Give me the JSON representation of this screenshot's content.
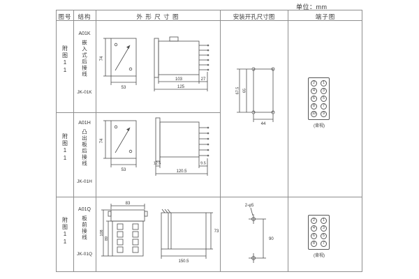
{
  "unit_label": "单位：mm",
  "headers": {
    "figure_no": "图号",
    "structure": "结构",
    "outline": "外 形 尺 寸 图",
    "mounting": "安装开孔尺寸图",
    "terminal": "端子图"
  },
  "rows": [
    {
      "figure_no": "附图11",
      "model": "A01K",
      "desc": "嵌入式后接线",
      "code": "JK-01K",
      "dims": {
        "front_h": "74",
        "front_w": "53",
        "body": "103",
        "pin": "27",
        "total": "125"
      }
    },
    {
      "figure_no": "附图11",
      "model": "A01H",
      "desc": "凸出板后接线",
      "code": "JK-01H",
      "dims": {
        "front_h": "74",
        "front_w": "53",
        "offset": "12.5",
        "pin": "9.5",
        "total": "120.5"
      }
    },
    {
      "figure_no": "附图11",
      "model": "A01Q",
      "desc": "板前接线",
      "code": "JK-01Q",
      "dims": {
        "top_w": "83",
        "inner_h": "89",
        "total_h": "108",
        "side_w": "150.5",
        "side_h": "73"
      }
    }
  ],
  "mounting_12": {
    "outer_h": "67.5",
    "inner_h": "65",
    "width": "44"
  },
  "mounting_3": {
    "holes": "2-φ5",
    "spacing": "90"
  },
  "terminal_12": {
    "grid": [
      [
        "2",
        "1"
      ],
      [
        "4",
        "3"
      ],
      [
        "6",
        "5"
      ],
      [
        "8",
        "7"
      ],
      [
        "10",
        "9"
      ]
    ],
    "label": "(背视)"
  },
  "terminal_3": {
    "grid": [
      [
        "2",
        "1"
      ],
      [
        "4",
        "3"
      ],
      [
        "6",
        "5"
      ],
      [
        "8",
        "7"
      ]
    ],
    "label": "(背视)"
  }
}
